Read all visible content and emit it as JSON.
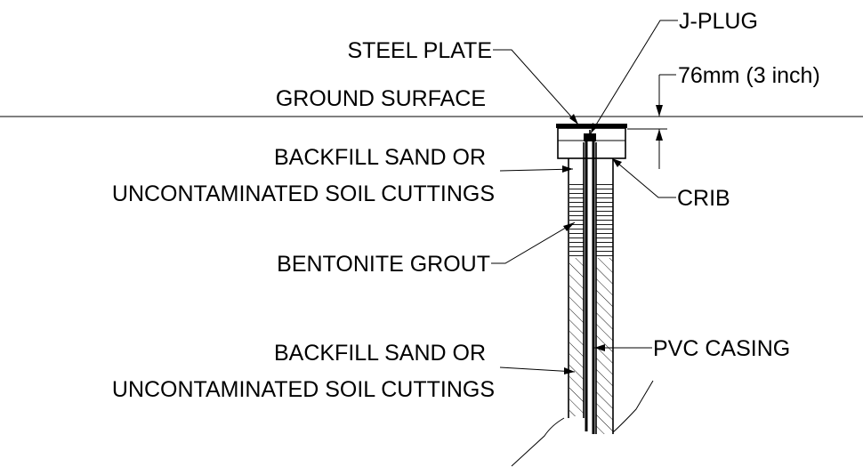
{
  "labels": {
    "j_plug": "J-PLUG",
    "steel_plate": "STEEL PLATE",
    "dimension": "76mm (3 inch)",
    "ground_surface": "GROUND SURFACE",
    "backfill_upper_line1": "BACKFILL SAND OR",
    "backfill_upper_line2": "UNCONTAMINATED SOIL CUTTINGS",
    "crib": "CRIB",
    "bentonite_grout": "BENTONITE GROUT",
    "backfill_lower_line1": "BACKFILL SAND OR",
    "backfill_lower_line2": "UNCONTAMINATED SOIL CUTTINGS",
    "pvc_casing": "PVC CASING"
  }
}
